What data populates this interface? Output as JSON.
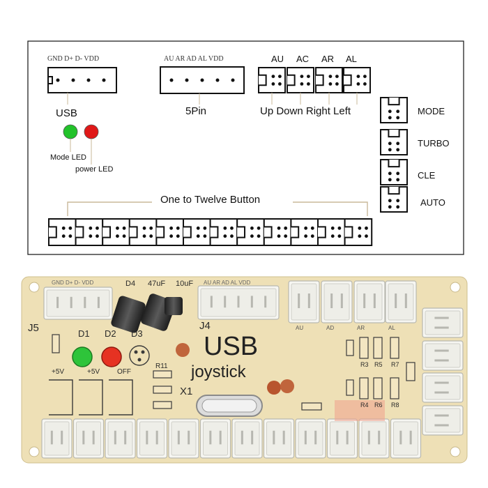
{
  "diagram": {
    "usb_pins": "GND D+ D- VDD",
    "usb_label": "USB",
    "fivepin_pins": "AU AR AD AL VDD",
    "fivepin_label": "5Pin",
    "dir_headers": [
      "AU",
      "AC",
      "AR",
      "AL"
    ],
    "dir_label": "Up Down Right Left",
    "mode_led_label": "Mode LED",
    "power_led_label": "power LED",
    "side_labels": [
      "MODE",
      "TURBO",
      "CLE",
      "AUTO"
    ],
    "button_label": "One to Twelve Button",
    "colors": {
      "mode_led": "#22c22a",
      "power_led": "#e01818"
    }
  },
  "board": {
    "brand_line1": "USB",
    "brand_line2": "joystick",
    "j5": "J5",
    "j4": "J4",
    "d1": "D1",
    "d2": "D2",
    "d3": "D3",
    "d4": "D4",
    "cap1": "47uF",
    "cap2": "10uF",
    "plus5v_a": "+5V",
    "plus5v_b": "+5V",
    "off": "OFF",
    "r11": "R11",
    "x1": "X1",
    "usb_silk": "GND D+ D- VDD",
    "fivepin_silk": "AU AR AD AL VDD",
    "au": "AU",
    "ad": "AD",
    "ar": "AR",
    "al": "AL",
    "resistors": [
      "R3",
      "R5",
      "R7",
      "R4",
      "R6",
      "R8"
    ],
    "colors": {
      "pcb": "#eee0b6",
      "connector": "#f4f4f0",
      "cap": "#3a3a3a"
    }
  }
}
